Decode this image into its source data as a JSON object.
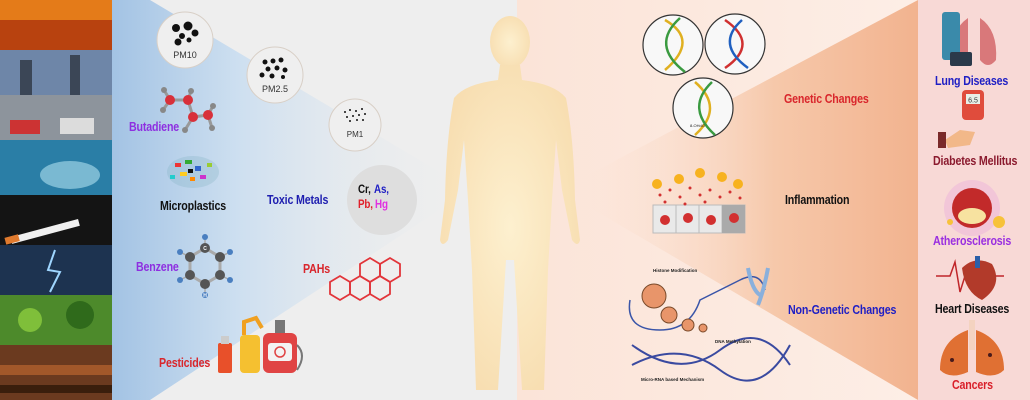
{
  "sources": {
    "pm10": "PM10",
    "pm25": "PM2.5",
    "pm1": "PM1",
    "butadiene": "Butadiene",
    "microplastics": "Microplastics",
    "toxic_metals": "Toxic Metals",
    "metals": {
      "cr": "Cr,",
      "as": "As,",
      "pb": "Pb,",
      "hg": "Hg"
    },
    "benzene": "Benzene",
    "pahs": "PAHs",
    "pesticides": "Pesticides",
    "benzene_atoms": {
      "carbon": "C",
      "hydrogen": "H"
    }
  },
  "mechanisms": {
    "genetic": "Genetic Changes",
    "inflammation": "Inflammation",
    "non_genetic": "Non-Genetic Changes",
    "ohdg": "8-OHdG",
    "histone": "Histone Modification",
    "methylation": "DNA Methylation",
    "microrna": "Micro-RNA based Mechanism"
  },
  "diseases": [
    {
      "label": "Lung Diseases",
      "color": "#1f1fc4"
    },
    {
      "label": "Diabetes Mellitus",
      "color": "#8b1a2e"
    },
    {
      "label": "Atherosclerosis",
      "color": "#9a2fe0"
    },
    {
      "label": "Heart Diseases",
      "color": "#111111"
    },
    {
      "label": "Cancers",
      "color": "#d9202a"
    }
  ],
  "glucometer_reading": "6.5",
  "colors": {
    "purple": "#8e2fe0",
    "blue": "#1f1fb0",
    "red": "#d9262c",
    "peach": "#f4b896",
    "pink_panel": "#f8d9d6"
  }
}
